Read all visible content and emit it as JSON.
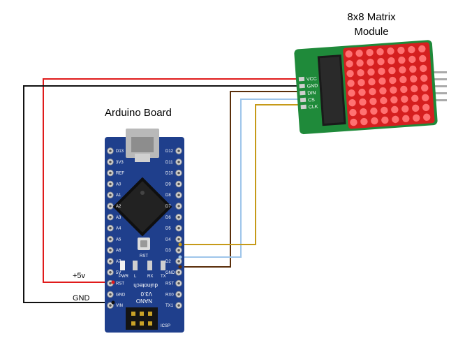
{
  "labels": {
    "matrix_title_line1": "8x8 Matrix",
    "matrix_title_line2": "Module",
    "arduino_title": "Arduino Board",
    "power": "+5v",
    "ground": "GND"
  },
  "module_pins": [
    "VCC",
    "GND",
    "DIN",
    "CS",
    "CLK"
  ],
  "arduino": {
    "left_pins": [
      "D12",
      "D11",
      "D10",
      "D9",
      "D8",
      "D7",
      "D6",
      "D5",
      "D4",
      "D3",
      "D2",
      "GND",
      "RST",
      "RX0",
      "TX1"
    ],
    "right_pins": [
      "D13",
      "3V3",
      "REF",
      "A0",
      "A1",
      "A2",
      "A3",
      "A4",
      "A5",
      "A6",
      "A7",
      "5V",
      "RST",
      "GND",
      "VIN"
    ],
    "board_text": [
      "NANO",
      "V3.0",
      "duinotech"
    ],
    "led_labels": [
      "PWR",
      "L",
      "RX",
      "TX"
    ],
    "button_label": "RST",
    "header_label": "ICSP"
  },
  "wires": [
    {
      "name": "vcc",
      "color": "#e01b1b"
    },
    {
      "name": "gnd",
      "color": "#111111"
    },
    {
      "name": "din",
      "color": "#5a2e0a"
    },
    {
      "name": "cs",
      "color": "#9ec5ea"
    },
    {
      "name": "clk",
      "color": "#c69a18"
    }
  ],
  "colors": {
    "board_blue": "#1f3f8c",
    "pcb_green": "#1f8a3a",
    "led_red": "#ff2a2a"
  }
}
